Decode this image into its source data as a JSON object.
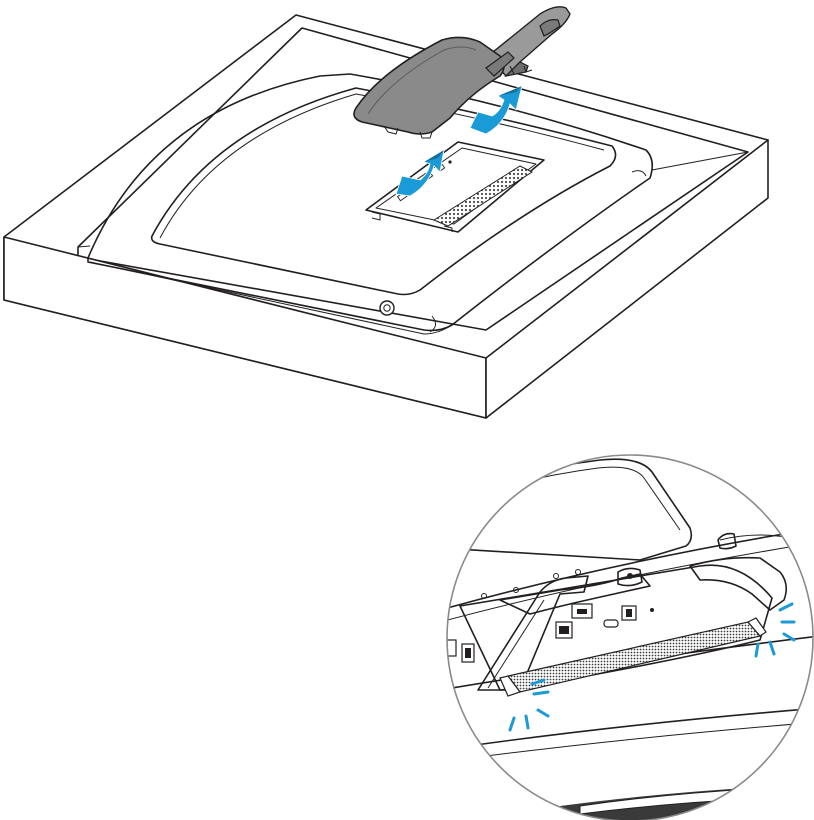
{
  "figure": {
    "colors": {
      "line": "#231f20",
      "accent": "#1a9ad6",
      "stand_fill": "#8a8a8a",
      "stand_dark": "#6e6e6e",
      "vent": "#4a4a4a",
      "background": "#ffffff"
    },
    "parts": [
      "packing-box",
      "monitor-back",
      "stand-arm",
      "io-panel",
      "callout-circle"
    ],
    "arrow_icon": "arrow-icon",
    "click_marks_icon": "click-marks-icon"
  }
}
